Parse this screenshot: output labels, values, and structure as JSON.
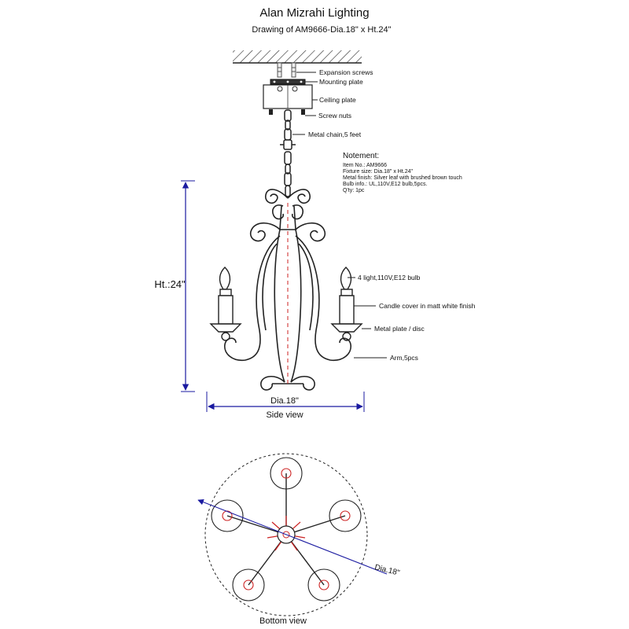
{
  "title": "Alan Mizrahi Lighting",
  "subtitle": "Drawing of AM9666-Dia.18\" x Ht.24\"",
  "callouts": {
    "expansion_screws": "Expansion screws",
    "mounting_plate": "Mounting plate",
    "ceiling_plate": "Ceiling plate",
    "screw_nuts": "Screw nuts",
    "metal_chain": "Metal chain,5 feet",
    "light_bulb": "4 light,110V,E12 bulb",
    "candle_cover": "Candle cover in matt white finish",
    "metal_plate": "Metal plate / disc",
    "arm": "Arm,5pcs"
  },
  "notes": {
    "heading": "Notement:",
    "item_no": "Item No.: AM9666",
    "fixture_size": "Fixture size: Dia.18\" x Ht.24\"",
    "metal_finish": "Metal finish: Silver leaf with brushed brown touch",
    "bulb_info": "Bulb info.: UL,110V,E12 bulb,5pcs.",
    "qty": "Q'ty: 1pc"
  },
  "dimensions": {
    "height_label": "Ht.:24\"",
    "diameter_label": "Dia.18\"",
    "bottom_diameter_label": "Dia.18\""
  },
  "views": {
    "side": "Side view",
    "bottom": "Bottom view"
  },
  "colors": {
    "line": "#222222",
    "dimension": "#1a1aa0",
    "centerline": "#cc2222"
  }
}
